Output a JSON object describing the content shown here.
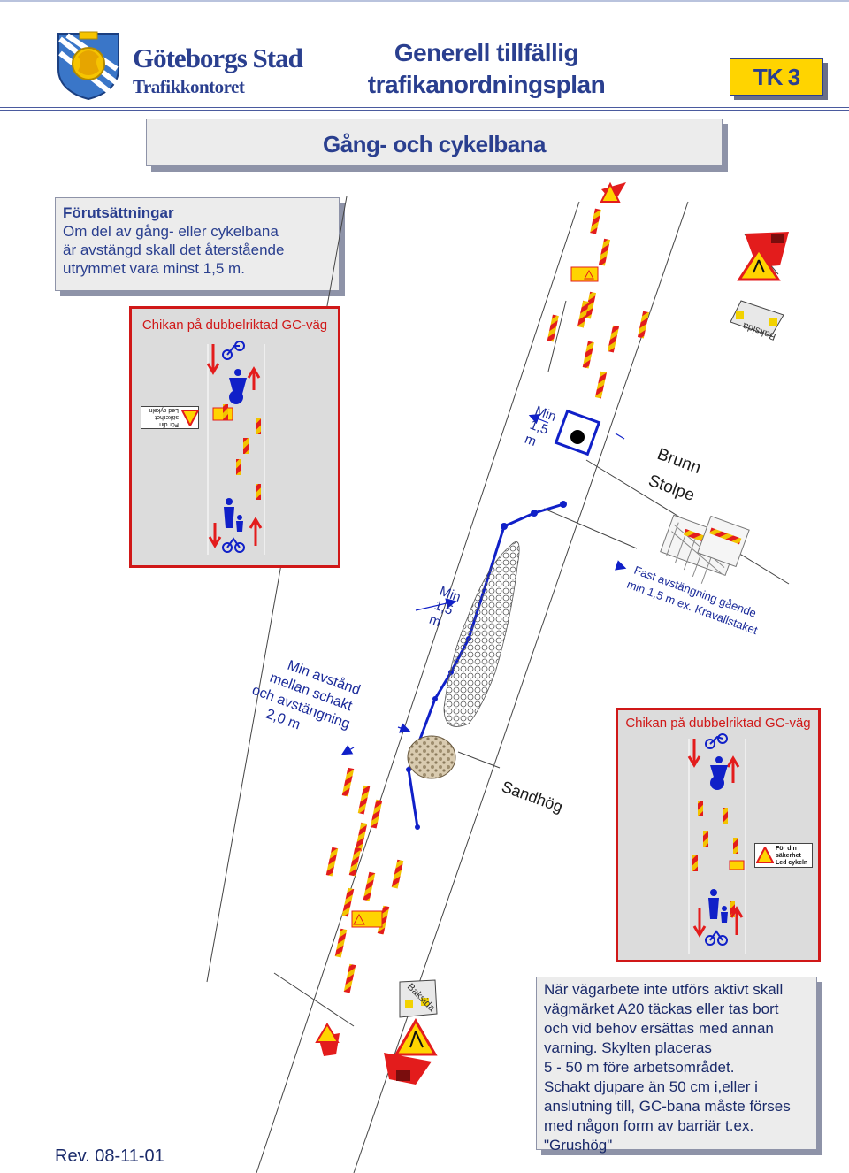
{
  "header": {
    "org_name": "Göteborgs Stad",
    "org_dept": "Trafikkontoret",
    "plan_title_line1": "Generell tillfällig",
    "plan_title_line2": "trafikanordningsplan",
    "plan_code": "TK 3"
  },
  "subtitle": "Gång- och cykelbana",
  "preconditions": {
    "heading": "Förutsättningar",
    "lines": [
      "Om del av gång- eller cykelbana",
      "är avstängd skall det återstående",
      "utrymmet vara minst 1,5 m."
    ]
  },
  "chicane_left": {
    "title": "Chikan på dubbelriktad GC-väg",
    "sign_lines": [
      "För din",
      "säkerhet",
      "Led cykeln"
    ]
  },
  "chicane_right": {
    "title": "Chikan på dubbelriktad GC-väg",
    "sign_lines": [
      "För din",
      "säkerhet",
      "Led cykeln"
    ]
  },
  "labels": {
    "min_top": [
      "Min",
      "1,5",
      "m"
    ],
    "min_mid": [
      "Min",
      "1,5",
      "m"
    ],
    "brunn": "Brunn",
    "stolpe": "Stolpe",
    "fast_line1": "Fast avstängning gående",
    "fast_line2": "min 1,5 m ex. Kravallstaket",
    "min_avstand": [
      "Min avstånd",
      "mellan schakt",
      "och avstängning",
      "2,0 m"
    ],
    "sandhog": "Sandhög",
    "baksida_top": "Baksida",
    "baksida_bottom": "Baksida"
  },
  "note": {
    "lines": [
      "När vägarbete inte utförs aktivt skall",
      "vägmärket A20 täckas eller tas bort",
      "och vid behov ersättas med annan",
      "varning. Skylten placeras",
      "5 - 50 m före arbetsområdet.",
      "Schakt djupare än 50 cm i,eller i",
      "anslutning till, GC-bana måste förses",
      "med någon form av barriär t.ex.",
      "\"Grushög\""
    ]
  },
  "revision": "Rev. 08-11-01",
  "colors": {
    "accent_red": "#d01818",
    "route_blue": "#1020c8",
    "barrier_yellow": "#f2c300",
    "tk_yellow": "#ffd400",
    "label_blue": "#1a2a9a"
  },
  "icons": [
    "city-crest-icon",
    "roadwork-sign-icon",
    "bicycle-icon",
    "pedestrian-icon",
    "barrier-icon",
    "warning-triangle-icon",
    "manhole-icon"
  ]
}
